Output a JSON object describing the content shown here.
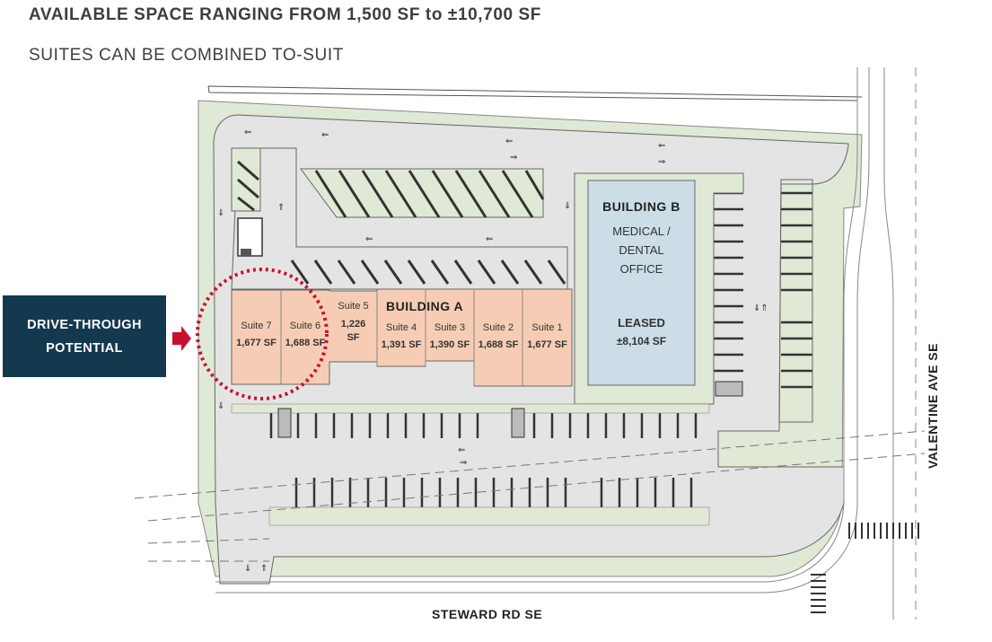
{
  "header": {
    "line1": "AVAILABLE SPACE RANGING FROM 1,500 SF to ±10,700 SF",
    "line2": "SUITES CAN BE COMBINED TO-SUIT"
  },
  "callout": {
    "line1": "DRIVE-THROUGH",
    "line2": "POTENTIAL"
  },
  "building_a": {
    "title": "BUILDING A",
    "suites": [
      {
        "name": "Suite 7",
        "area": "1,677 SF"
      },
      {
        "name": "Suite 6",
        "area": "1,688 SF"
      },
      {
        "name": "Suite 5",
        "area_l1": "1,226",
        "area_l2": "SF"
      },
      {
        "name": "Suite 4",
        "area": "1,391 SF"
      },
      {
        "name": "Suite 3",
        "area": "1,390 SF"
      },
      {
        "name": "Suite 2",
        "area": "1,688 SF"
      },
      {
        "name": "Suite 1",
        "area": "1,677 SF"
      }
    ]
  },
  "building_b": {
    "title": "BUILDING B",
    "use_l1": "MEDICAL /",
    "use_l2": "DENTAL",
    "use_l3": "OFFICE",
    "status": "LEASED",
    "area": "±8,104 SF"
  },
  "roads": {
    "south": "STEWARD RD SE",
    "east": "VALENTINE AVE SE"
  },
  "colors": {
    "landscape": "#dfe9d6",
    "pavement": "#e6e6e6",
    "building_a": "#f6cdb4",
    "building_b": "#ccdde8",
    "callout_bg": "#14394f",
    "highlight_circle": "#c8102e"
  }
}
